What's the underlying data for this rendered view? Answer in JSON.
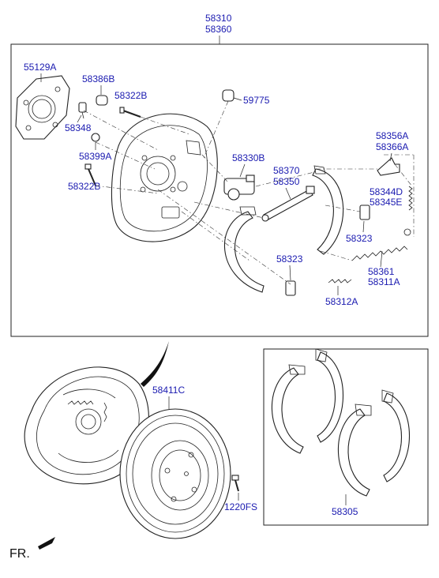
{
  "diagram": {
    "top_labels": [
      "58310",
      "58360"
    ],
    "labels": {
      "l55129A": "55129A",
      "l58386B": "58386B",
      "l58322B_a": "58322B",
      "l59775": "59775",
      "l58348": "58348",
      "l58399A": "58399A",
      "l58322B_b": "58322B",
      "l58330B": "58330B",
      "l58370": "58370",
      "l58350": "58350",
      "l58356A": "58356A",
      "l58366A": "58366A",
      "l58344D": "58344D",
      "l58345E": "58345E",
      "l58323_a": "58323",
      "l58323_b": "58323",
      "l58361": "58361",
      "l58311A": "58311A",
      "l58312A": "58312A",
      "l58411C": "58411C",
      "l1220FS": "1220FS",
      "l58305": "58305"
    },
    "direction_label": "FR."
  },
  "colors": {
    "label": "#1a1ab0",
    "line": "#222222"
  }
}
